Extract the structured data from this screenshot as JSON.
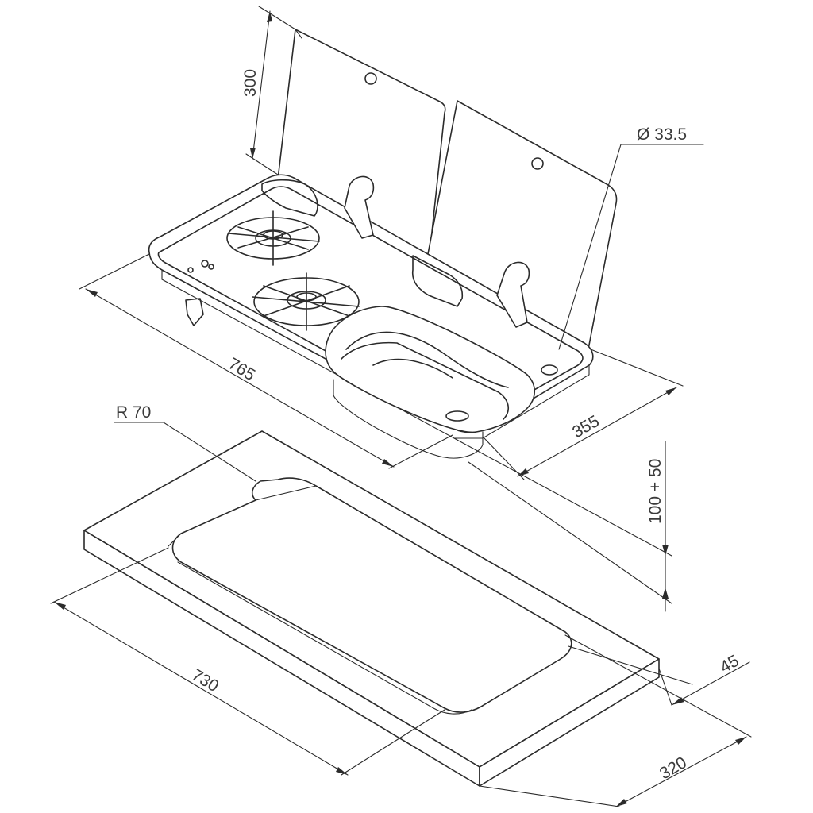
{
  "dimensions": {
    "lid_height": "300",
    "hole_diameter": "Ø 33.5",
    "unit_length": "765",
    "unit_depth": "355",
    "mounting_depth": "100 + 50",
    "corner_radius": "R 70",
    "cutout_length": "730",
    "edge_offset": "45",
    "cutout_width": "320"
  },
  "colors": {
    "line": "#2b2b2b",
    "text": "#3a3a3a",
    "background": "#ffffff"
  }
}
